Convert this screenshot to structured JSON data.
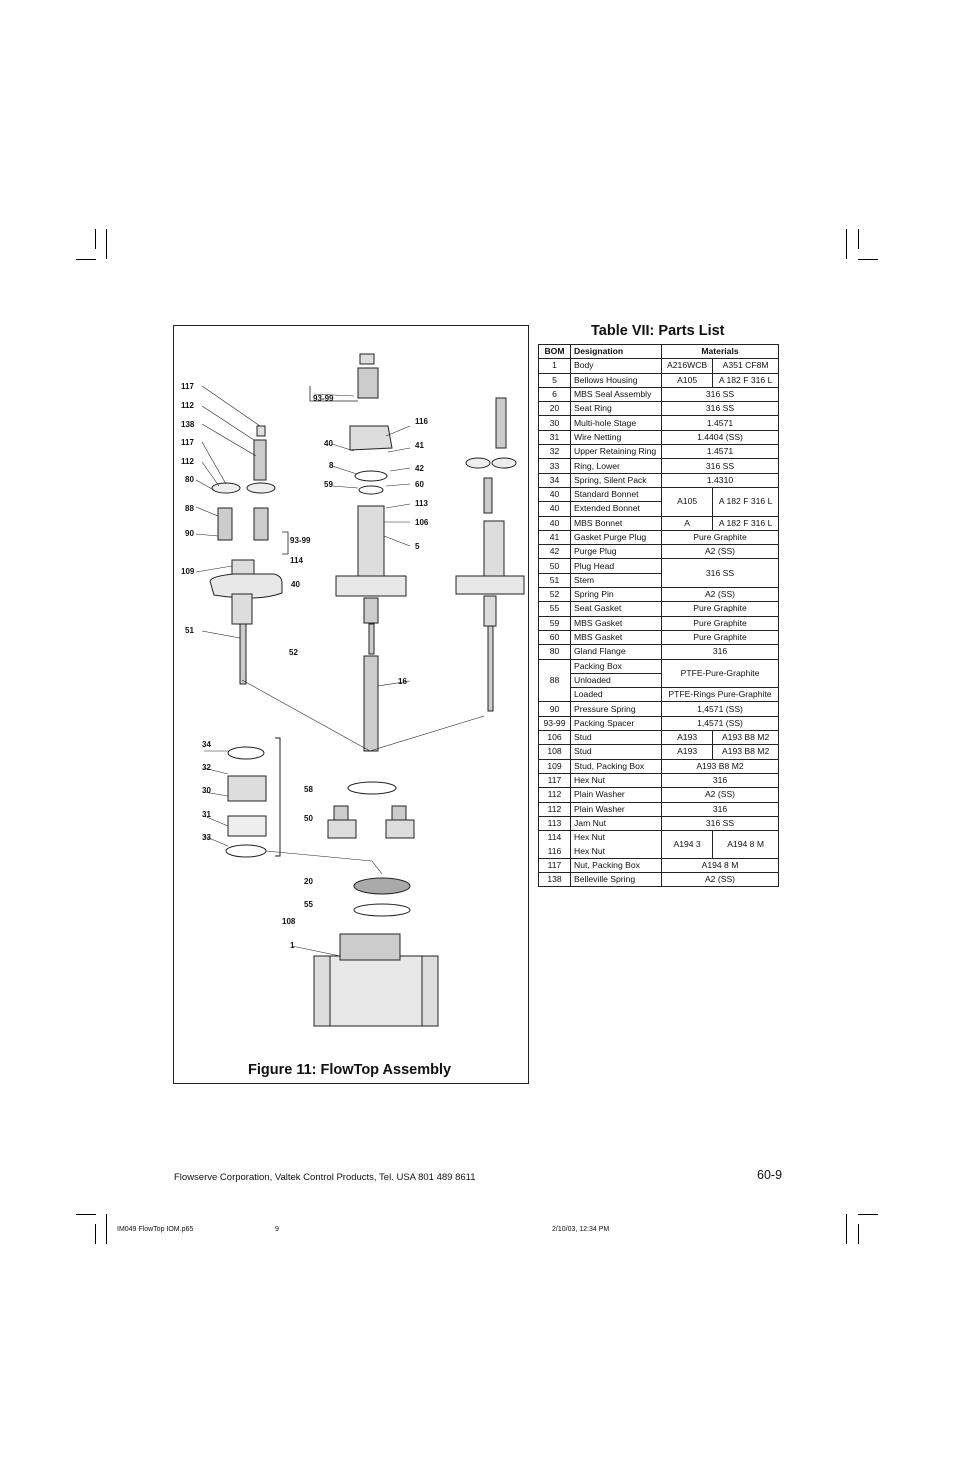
{
  "figure": {
    "title": "Figure 11: FlowTop Assembly",
    "callouts": {
      "l117a": "117",
      "l112a": "112",
      "l138": "138",
      "l117b": "117",
      "l112b": "112",
      "l80": "80",
      "l88": "88",
      "l90": "90",
      "l9399a": "93-99",
      "l114": "114",
      "l40a": "40",
      "l109": "109",
      "l51": "51",
      "l52": "52",
      "l9399b": "93-99",
      "l116": "116",
      "l40b": "40",
      "l41": "41",
      "l8": "8",
      "l42": "42",
      "l59": "59",
      "l60": "60",
      "l113": "113",
      "l106": "106",
      "l5": "5",
      "l16": "16",
      "l34": "34",
      "l32": "32",
      "l30": "30",
      "l31": "31",
      "l33": "33",
      "l58": "58",
      "l50": "50",
      "l20": "20",
      "l55": "55",
      "l108": "108",
      "l1": "1"
    }
  },
  "table": {
    "title": "Table VII: Parts List",
    "headers": {
      "bom": "BOM",
      "designation": "Designation",
      "materials": "Materials"
    },
    "rows": [
      {
        "bom": "1",
        "des": "Body",
        "m1": "A216WCB",
        "m2": "A351 CF8M"
      },
      {
        "bom": "5",
        "des": "Bellows Housing",
        "m1": "A105",
        "m2": "A 182 F 316 L"
      },
      {
        "bom": "6",
        "des": "MBS Seal Assembly",
        "m": "316 SS"
      },
      {
        "bom": "20",
        "des": "Seat Ring",
        "m": "316 SS"
      },
      {
        "bom": "30",
        "des": "Multi-hole Stage",
        "m": "1.4571"
      },
      {
        "bom": "31",
        "des": "Wire Netting",
        "m": "1.4404 (SS)"
      },
      {
        "bom": "32",
        "des": "Upper Retaining Ring",
        "m": "1.4571"
      },
      {
        "bom": "33",
        "des": "Ring, Lower",
        "m": "316 SS"
      },
      {
        "bom": "34",
        "des": "Spring, Silent Pack",
        "m": "1.4310"
      },
      {
        "bom": "40",
        "des": "Standard Bonnet",
        "m1": "A105",
        "m2": "A 182 F 316 L"
      },
      {
        "bom": "40",
        "des": "Extended Bonnet"
      },
      {
        "bom": "40",
        "des": "MBS Bonnet",
        "m1": "A",
        "m2": "A 182 F 316 L"
      },
      {
        "bom": "41",
        "des": "Gasket Purge Plug",
        "m": "Pure Graphite"
      },
      {
        "bom": "42",
        "des": "Purge Plug",
        "m": "A2 (SS)"
      },
      {
        "bom": "50",
        "des": "Plug Head",
        "m": "316 SS"
      },
      {
        "bom": "51",
        "des": "Stem"
      },
      {
        "bom": "52",
        "des": "Spring Pin",
        "m": "A2 (SS)"
      },
      {
        "bom": "55",
        "des": "Seat Gasket",
        "m": "Pure Graphite"
      },
      {
        "bom": "59",
        "des": "MBS Gasket",
        "m": "Pure Graphite"
      },
      {
        "bom": "60",
        "des": "MBS Gasket",
        "m": "Pure Graphite"
      },
      {
        "bom": "80",
        "des": "Gland Flange",
        "m": "316"
      },
      {
        "bom": "88",
        "des": "Packing Box",
        "sub1": "Unloaded",
        "sub2": "Loaded",
        "m_a": "PTFE-Pure-Graphite",
        "m_b": "PTFE-Rings Pure-Graphite"
      },
      {
        "bom": "90",
        "des": "Pressure Spring",
        "m": "1,4571 (SS)"
      },
      {
        "bom": "93-99",
        "des": "Packing Spacer",
        "m": "1,4571 (SS)"
      },
      {
        "bom": "106",
        "des": "Stud",
        "m1": "A193",
        "m2": "A193 B8 M2"
      },
      {
        "bom": "108",
        "des": "Stud",
        "m1": "A193",
        "m2": "A193 B8 M2"
      },
      {
        "bom": "109",
        "des": "Stud, Packing Box",
        "m": "A193 B8 M2"
      },
      {
        "bom": "117",
        "des": "Hex Nut",
        "m": "316"
      },
      {
        "bom": "112",
        "des": "Plain Washer",
        "m": "A2 (SS)"
      },
      {
        "bom": "112",
        "des": "Plain Washer",
        "m": "316"
      },
      {
        "bom": "113",
        "des": "Jam Nut",
        "m": "316 SS"
      },
      {
        "bom": "114",
        "bom2": "116",
        "des": "Hex Nut",
        "des2": "Hex Nut",
        "m1": "A194 3",
        "m2": "A194 8 M"
      },
      {
        "bom": "117",
        "des": "Nut, Packing Box",
        "m": "A194 8 M"
      },
      {
        "bom": "138",
        "des": "Belleville Spring",
        "m": "A2 (SS)"
      }
    ]
  },
  "footer": {
    "company": "Flowserve Corporation, Valtek Control Products, Tel. USA 801 489 8611",
    "page": "60-9",
    "slug_file": "IM049 FlowTop IOM.p65",
    "slug_page": "9",
    "slug_date": "2/10/03, 12:34 PM"
  }
}
